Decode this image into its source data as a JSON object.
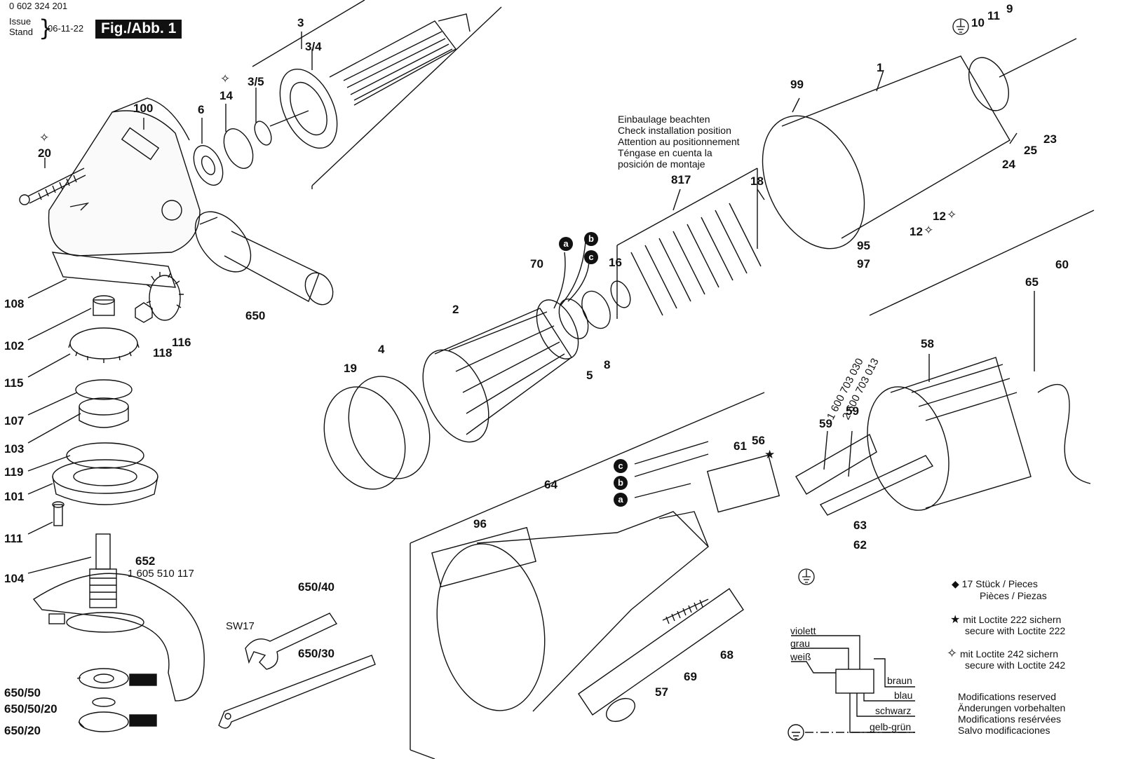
{
  "header": {
    "part_number": "0 602 324 201",
    "issue_label": "Issue",
    "stand_label": "Stand",
    "date": "06-11-22",
    "figure": "Fig./Abb. 1"
  },
  "install_note": [
    "Einbaulage beachten",
    "Check installation position",
    "Attention au positionnement",
    "Téngase en cuenta la",
    "posición de montaje"
  ],
  "labels": {
    "p3": "3",
    "p3_4": "3/4",
    "p3_5": "3/5",
    "p14": "14",
    "p6": "6",
    "p100": "100",
    "p20": "20",
    "p108": "108",
    "p102": "102",
    "p115": "115",
    "p107": "107",
    "p103": "103",
    "p119": "119",
    "p101": "101",
    "p111": "111",
    "p104": "104",
    "p650_50": "650/50",
    "p650_50_20": "650/50/20",
    "p650_20": "650/20",
    "p652": "652",
    "p652_num": "1 605 510 117",
    "p118": "118",
    "p116": "116",
    "p650": "650",
    "p650_40": "650/40",
    "p650_30": "650/30",
    "sw17": "SW17",
    "p1": "1",
    "p99": "99",
    "p9": "9",
    "p10": "10",
    "p11": "11",
    "p23": "23",
    "p24": "24",
    "p25": "25",
    "p817": "817",
    "p18": "18",
    "p16": "16",
    "p12a": "12",
    "p12b": "12",
    "p95": "95",
    "p97": "97",
    "p70": "70",
    "p2": "2",
    "p4": "4",
    "p19": "19",
    "p5": "5",
    "p8": "8",
    "p60": "60",
    "p65": "65",
    "p58": "58",
    "p59a": "59",
    "p59b": "59",
    "p61": "61",
    "p56": "56",
    "p64": "64",
    "p96": "96",
    "p63": "63",
    "p62": "62",
    "p69": "69",
    "p68": "68",
    "p57": "57",
    "cord1": "1 600 703 030",
    "cord2": "2 600 703 013"
  },
  "wire_markers": {
    "a": "a",
    "b": "b",
    "c": "c"
  },
  "legend": {
    "diamond_line1": "17 Stück / Pieces",
    "diamond_line2": "Pièces / Piezas",
    "star_line1": "mit Loctite 222 sichern",
    "star_line2": "secure with Loctite 222",
    "openstar_line1": "mit Loctite 242 sichern",
    "openstar_line2": "secure with Loctite 242"
  },
  "wiring": {
    "violett": "violett",
    "grau": "grau",
    "weiss": "weiß",
    "braun": "braun",
    "blau": "blau",
    "schwarz": "schwarz",
    "gelb_gruen": "gelb-grün"
  },
  "modifications": [
    "Modifications reserved",
    "Änderungen vorbehalten",
    "Modifications resérvées",
    "Salvo modificaciones"
  ],
  "icons": [
    "diamond-icon",
    "star-icon",
    "open-star-icon",
    "ground-icon"
  ]
}
